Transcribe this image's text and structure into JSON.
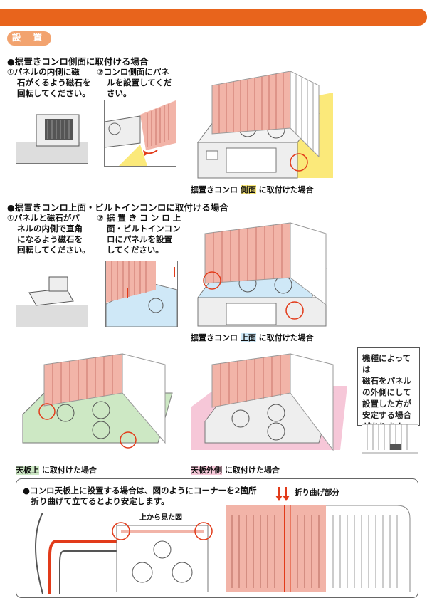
{
  "section_title": "設 置",
  "s1": {
    "heading": "●据置きコンロ側面に取付ける場合",
    "step1": [
      "①パネルの内側に磁",
      "石がくるよう磁石を",
      "回転してください。"
    ],
    "step2": [
      "②コンロ側面にパネ",
      "ルを設置してくだ",
      "さい。"
    ],
    "caption_pre": "据置きコンロ ",
    "caption_hl": "側面",
    "caption_post": " に取付けた場合"
  },
  "s2": {
    "heading": "●据置きコンロ上面・ビルトインコンロに取付ける場合",
    "step1": [
      "①パネルと磁石がパ",
      "ネルの内側で直角",
      "になるよう磁石を",
      "回転してください。"
    ],
    "step2": [
      "② 据 置 き コ ン ロ 上",
      "面・ビルトインコン",
      "ロにパネルを設置",
      "してください。"
    ],
    "caption_pre": "据置きコンロ ",
    "caption_hl": "上面",
    "caption_post": " に取付けた場合"
  },
  "s3": {
    "cap_left_hl": "天板上",
    "cap_left_post": " に取付けた場合",
    "cap_mid_hl": "天板外側",
    "cap_mid_post": " に取付けた場合",
    "note": [
      "機種によっては",
      "磁石をパネル",
      "の外側にして",
      "設置した方が",
      "安定する場合",
      "があります。"
    ]
  },
  "s4": {
    "text1": "●コンロ天板上に設置する場合は、図のようにコーナーを2箇所",
    "text2": "　折り曲げて立てるとより安定します。",
    "top_view": "上から見た図",
    "fold": "折り曲げ部分"
  },
  "colors": {
    "accent": "#e8641c",
    "panel_pink": "#f2b4a8",
    "panel_red": "#e23b1a"
  }
}
